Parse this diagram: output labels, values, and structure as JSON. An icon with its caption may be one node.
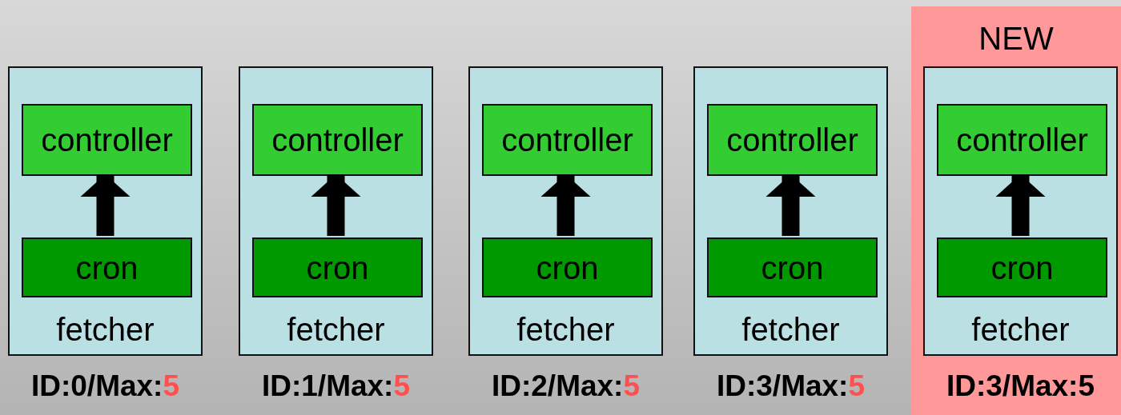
{
  "diagram": {
    "nodes": [
      {
        "text": [
          "NEW"
        ]
      },
      {
        "text": [
          "fetcher"
        ],
        "beside": [
          "ID:0/Max:",
          "5"
        ]
      },
      {
        "text": [
          "controller"
        ],
        "in": 1
      },
      {
        "text": [
          "cron"
        ],
        "in": 1
      },
      {
        "text": [
          "fetcher"
        ],
        "beside": [
          "ID:1/Max:",
          "5"
        ]
      },
      {
        "text": [
          "controller"
        ],
        "in": 4
      },
      {
        "text": [
          "cron"
        ],
        "in": 4
      },
      {
        "text": [
          "fetcher"
        ],
        "beside": [
          "ID:2/Max:",
          "5"
        ]
      },
      {
        "text": [
          "controller"
        ],
        "in": 7
      },
      {
        "text": [
          "cron"
        ],
        "in": 7
      },
      {
        "text": [
          "fetcher"
        ],
        "beside": [
          "ID:3/Max:",
          "5"
        ]
      },
      {
        "text": [
          "controller"
        ],
        "in": 10
      },
      {
        "text": [
          "cron"
        ],
        "in": 10
      },
      {
        "text": [
          "fetcher"
        ],
        "in": 0,
        "beside": [
          "ID:3/Max:",
          "5"
        ]
      },
      {
        "text": [
          "controller"
        ],
        "in": 13
      },
      {
        "text": [
          "cron"
        ],
        "in": 13
      }
    ],
    "edges": [
      {
        "from": 3,
        "to": 2,
        "arrow": "to"
      },
      {
        "from": 6,
        "to": 5,
        "arrow": "to"
      },
      {
        "from": 9,
        "to": 8,
        "arrow": "to"
      },
      {
        "from": 12,
        "to": 11,
        "arrow": "to"
      },
      {
        "from": 15,
        "to": 14,
        "arrow": "to"
      }
    ]
  }
}
